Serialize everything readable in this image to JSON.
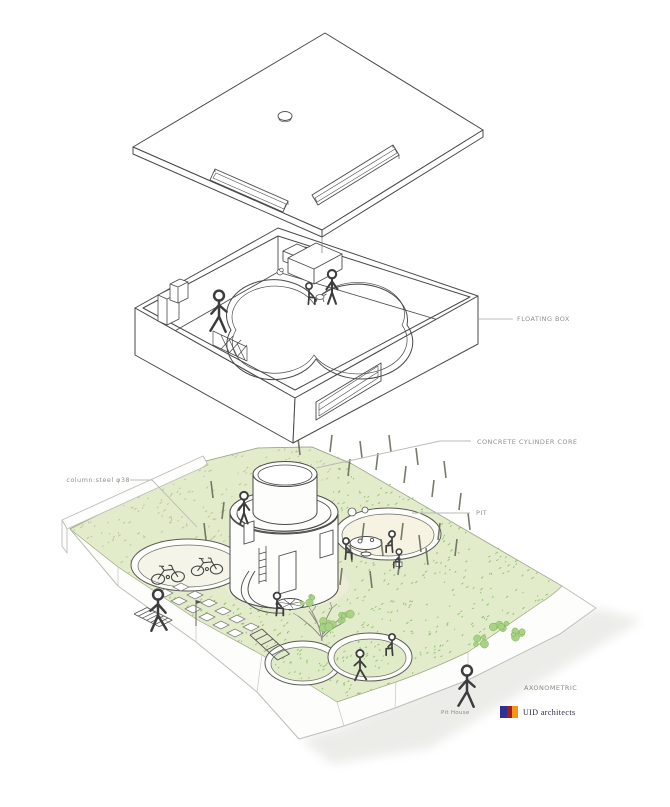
{
  "diagram": {
    "annotations": {
      "floating_box": "FLOATING BOX",
      "concrete_cylinder_core": "CONCRETE CYLINDER CORE",
      "pit": "PIT",
      "column_steel": "column:steel φ38",
      "view_label": "AXONOMETRIC"
    },
    "footer": {
      "project_name": "Pit House",
      "firm_name": "UID architects",
      "logo_colors": [
        "#2e3192",
        "#a01d20",
        "#f7941d"
      ]
    },
    "colors": {
      "linework": "#4a4a4a",
      "label_text": "#908f88",
      "grass": "#e3ecca",
      "grass_speckle_green": "#8fc070",
      "grass_speckle_olive": "#bdc19b",
      "bush_fill": "#a9d285",
      "bush_stroke": "#7cb25b",
      "terrain_edge": "#bdbdb8",
      "column_dash": "#5d6652"
    }
  }
}
